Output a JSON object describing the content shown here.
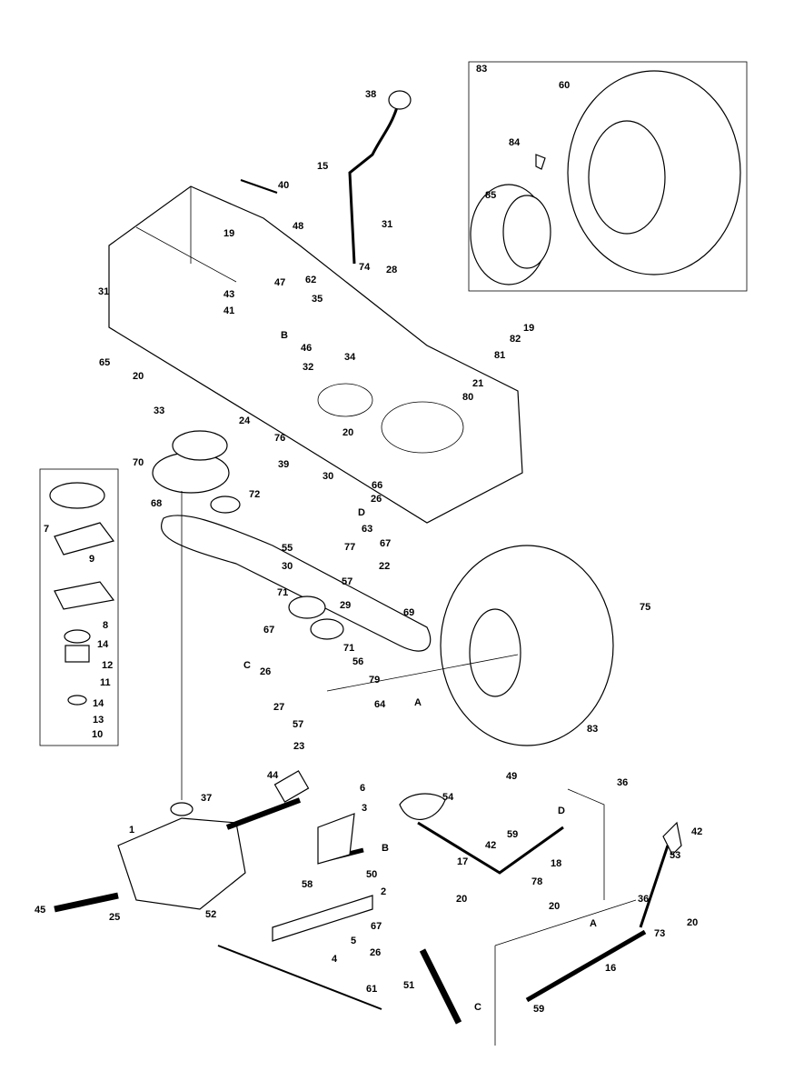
{
  "diagram": {
    "type": "exploded parts diagram",
    "inset_boxes": [
      {
        "label": "83"
      },
      {
        "label": ""
      }
    ],
    "callouts": [
      "83",
      "60",
      "84",
      "85",
      "38",
      "40",
      "15",
      "48",
      "31",
      "19",
      "74",
      "28",
      "47",
      "62",
      "35",
      "43",
      "41",
      "31",
      "B",
      "46",
      "32",
      "34",
      "19",
      "82",
      "81",
      "21",
      "80",
      "65",
      "20",
      "33",
      "24",
      "76",
      "20",
      "70",
      "39",
      "30",
      "66",
      "26",
      "68",
      "72",
      "D",
      "63",
      "77",
      "67",
      "22",
      "55",
      "30",
      "57",
      "29",
      "71",
      "69",
      "71",
      "75",
      "67",
      "C",
      "26",
      "56",
      "79",
      "27",
      "A",
      "64",
      "57",
      "23",
      "83",
      "7",
      "9",
      "8",
      "14",
      "12",
      "11",
      "14",
      "13",
      "10",
      "44",
      "6",
      "3",
      "37",
      "49",
      "54",
      "36",
      "D",
      "42",
      "59",
      "42",
      "53",
      "1",
      "B",
      "17",
      "18",
      "50",
      "78",
      "58",
      "2",
      "20",
      "20",
      "36",
      "A",
      "73",
      "20",
      "45",
      "25",
      "52",
      "5",
      "67",
      "26",
      "4",
      "16",
      "61",
      "51",
      "C",
      "59"
    ]
  }
}
